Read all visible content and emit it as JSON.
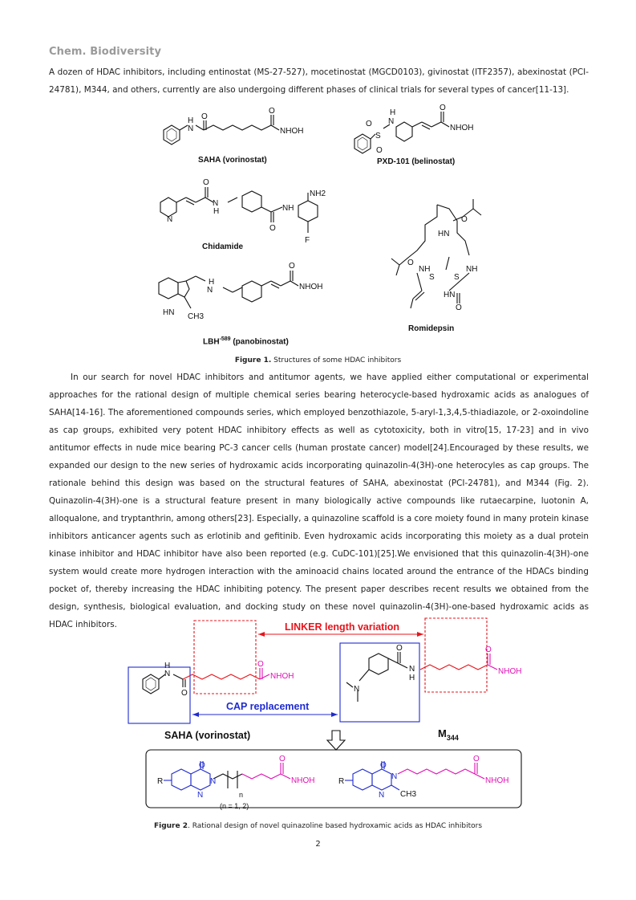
{
  "header": {
    "journal": "Chem. Biodiversity"
  },
  "intro_paragraph": "A dozen of HDAC inhibitors, including entinostat (MS-27-527), mocetinostat (MGCD0103), givinostat (ITF2357), abexinostat (PCI-24781), M344, and others, currently are also undergoing different phases of clinical trials for several types of cancer[11-13].",
  "figure1": {
    "labels": {
      "saha": "SAHA (vorinostat)",
      "pxd": "PXD-101 (belinostat)",
      "chidamide": "Chidamide",
      "romidepsin": "Romidepsin",
      "lbh_prefix": "LBH",
      "lbh_sup": "-589",
      "lbh_suffix": " (panobinostat)"
    },
    "atoms": {
      "N": "N",
      "H": "H",
      "O": "O",
      "S": "S",
      "F": "F",
      "NH": "NH",
      "HN": "HN",
      "NHOH": "NHOH",
      "NH2": "NH2",
      "CH3": "CH3"
    },
    "caption_bold": "Figure 1.",
    "caption_text": " Structures of some HDAC inhibitors"
  },
  "body_paragraph": "In our search for novel HDAC inhibitors and antitumor agents, we have applied either computational or experimental approaches for the rational design of multiple chemical series bearing heterocycle-based hydroxamic acids as analogues of SAHA[14-16]. The aforementioned compounds series, which employed benzothiazole, 5-aryl-1,3,4,5-thiadiazole, or 2-oxoindoline as cap groups, exhibited very potent HDAC inhibitory effects as well as cytotoxicity, both in vitro[15, 17-23] and in vivo antitumor effects in nude mice bearing PC-3 cancer cells (human prostate cancer) model[24].Encouraged by these results, we expanded our design to the new series of hydroxamic acids incorporating quinazolin-4(3H)-one heterocyles as cap groups. The rationale behind this design was based on the structural features of SAHA, abexinostat (PCI-24781), and M344 (Fig. 2). Quinazolin-4(3H)-one is a structural feature present in many biologically active compounds like rutaecarpine, luotonin A, alloqualone, and tryptanthrin, among others[23]. Especially, a quinazoline scaffold is a core moiety found in many protein kinase inhibitors anticancer agents such as erlotinib and gefitinib. Even hydroxamic acids incorporating this moiety as a dual protein kinase inhibitor and HDAC inhibitor have also been reported (e.g. CuDC-101)[25].We envisioned that this quinazolin-4(3H)-one system would create more hydrogen interaction with the aminoacid chains located around the entrance of the HDACs binding pocket of, thereby increasing the HDAC inhibiting potency. The present paper describes recent results we obtained from the design, synthesis, biological evaluation, and docking study on these novel quinazolin-4(3H)-one-based hydroxamic acids as HDAC inhibitors.",
  "figure2": {
    "linker_label": "LINKER length variation",
    "cap_label": "CAP replacement",
    "saha_label": "SAHA (vorinostat)",
    "m344_label": "M",
    "m344_sub": "344",
    "n_label": "n",
    "n_values": "(n = 1, 2)",
    "r_label": "R",
    "caption_bold": "Figure 2",
    "caption_text": ". Rational design of novel quinazoline based hydroxamic acids as HDAC inhibitors"
  },
  "colors": {
    "red": "#e8141c",
    "blue": "#1f2bd0",
    "magenta": "#e011b4",
    "header_gray": "#9a9a9a"
  },
  "page_number": "2"
}
